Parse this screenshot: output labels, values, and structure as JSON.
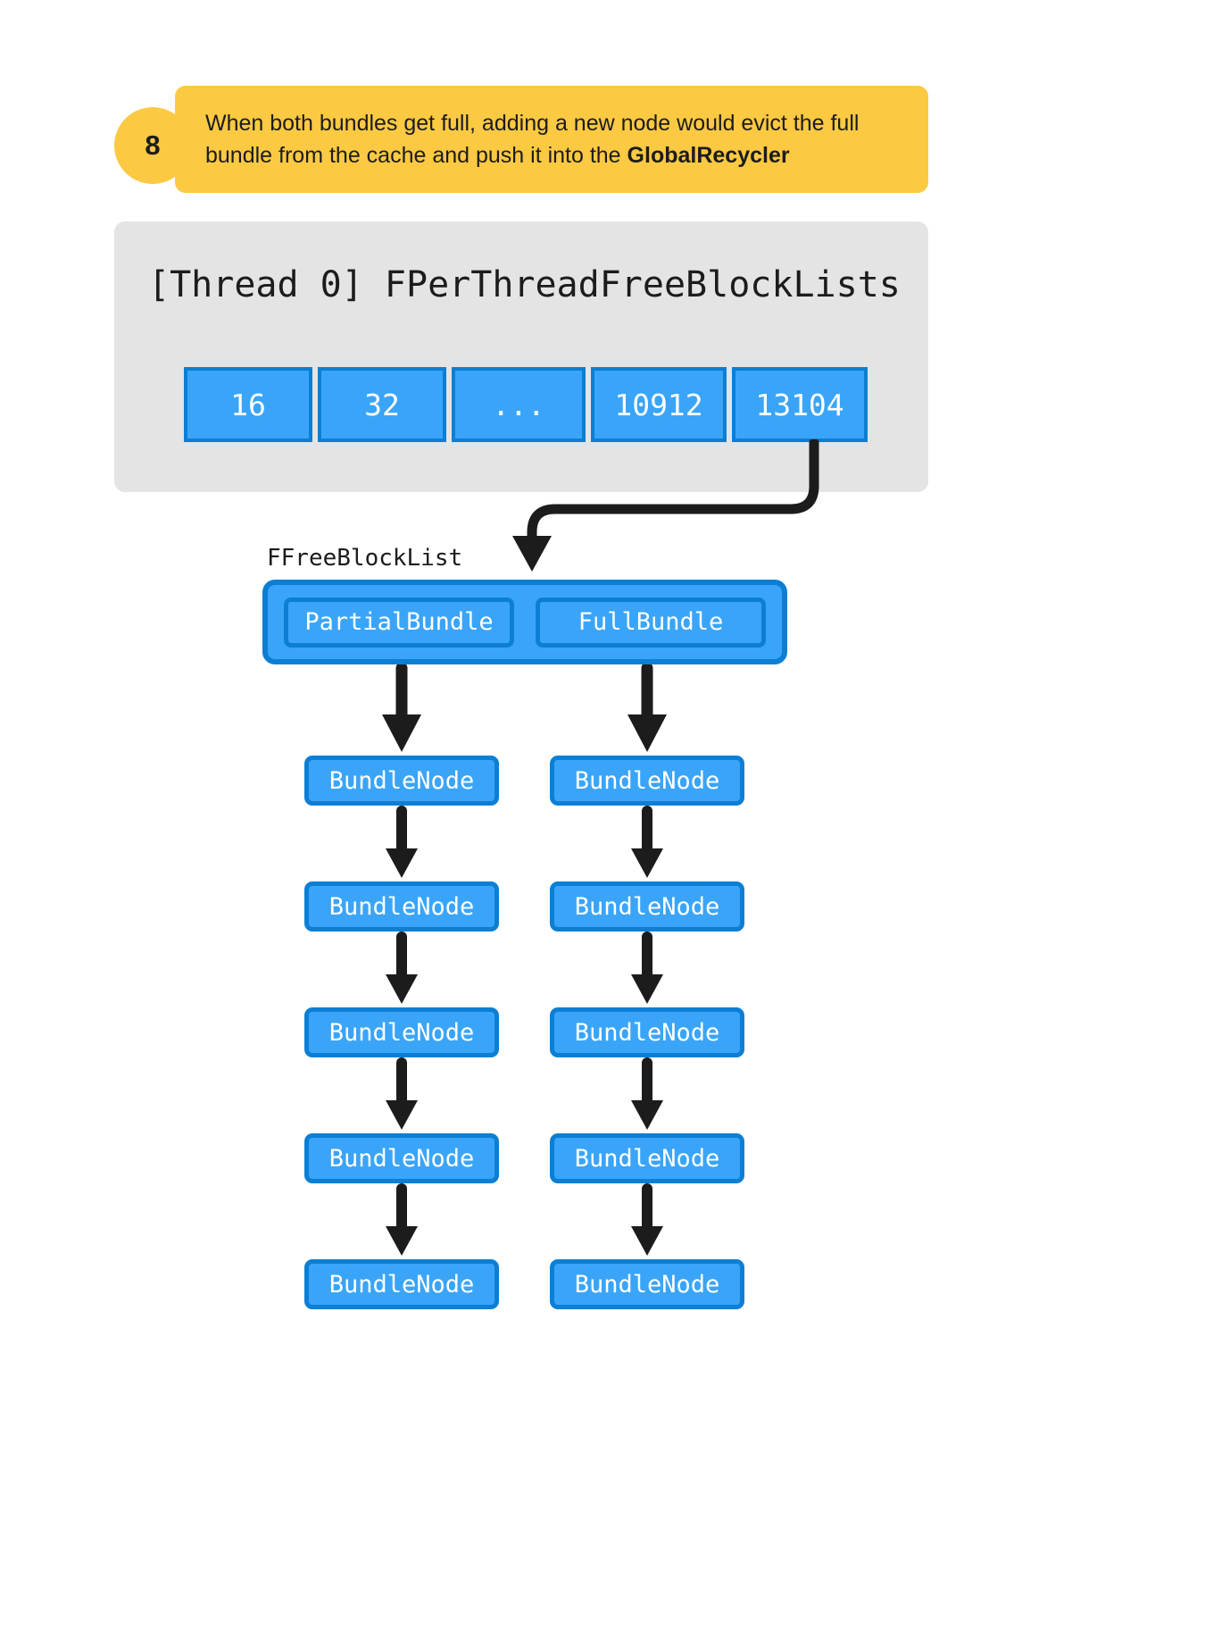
{
  "callout": {
    "number": "8",
    "text_before": "When both bundles get full, adding a new node would evict the full bundle from the cache and push it into the ",
    "text_bold": "GlobalRecycler",
    "bg_color": "#fcc943"
  },
  "panel": {
    "title": "[Thread 0] FPerThreadFreeBlockLists",
    "bg_color": "#e4e4e4",
    "cells": [
      {
        "label": "16"
      },
      {
        "label": "32"
      },
      {
        "label": "..."
      },
      {
        "label": "10912"
      },
      {
        "label": "13104"
      }
    ]
  },
  "free_block_list": {
    "label": "FFreeBlockList",
    "partial_bundle": "PartialBundle",
    "full_bundle": "FullBundle"
  },
  "colors": {
    "node_fill": "#3aa5f8",
    "node_border": "#0c7fd4",
    "arrow": "#1c1c1c"
  },
  "columns": [
    {
      "name": "partial-bundle-chain",
      "nodes": [
        "BundleNode",
        "BundleNode",
        "BundleNode",
        "BundleNode",
        "BundleNode"
      ]
    },
    {
      "name": "full-bundle-chain",
      "nodes": [
        "BundleNode",
        "BundleNode",
        "BundleNode",
        "BundleNode",
        "BundleNode"
      ]
    }
  ]
}
